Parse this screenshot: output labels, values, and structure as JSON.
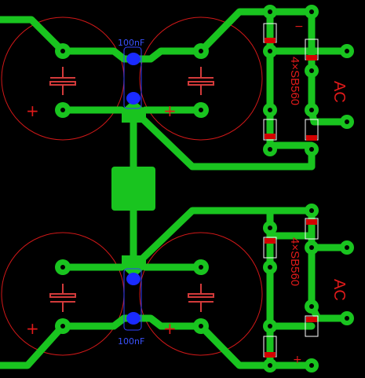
{
  "colors": {
    "background": "#000000",
    "copper": "#19c41f",
    "silkscreen": "#d01818",
    "smd_cap": "#3a52ff",
    "diode": "#d40000"
  },
  "labels": {
    "cap_top": "100nF",
    "cap_bottom": "100nF",
    "bridge_top": "4×SB560",
    "bridge_bottom": "4×SB560",
    "ac_top": "AC",
    "ac_bottom": "AC",
    "plus_cap_tl": "+",
    "plus_cap_tr": "+",
    "plus_cap_bl": "+",
    "plus_cap_br": "+",
    "plus_bridge_bottom": "+",
    "minus_bridge_top": "−"
  }
}
